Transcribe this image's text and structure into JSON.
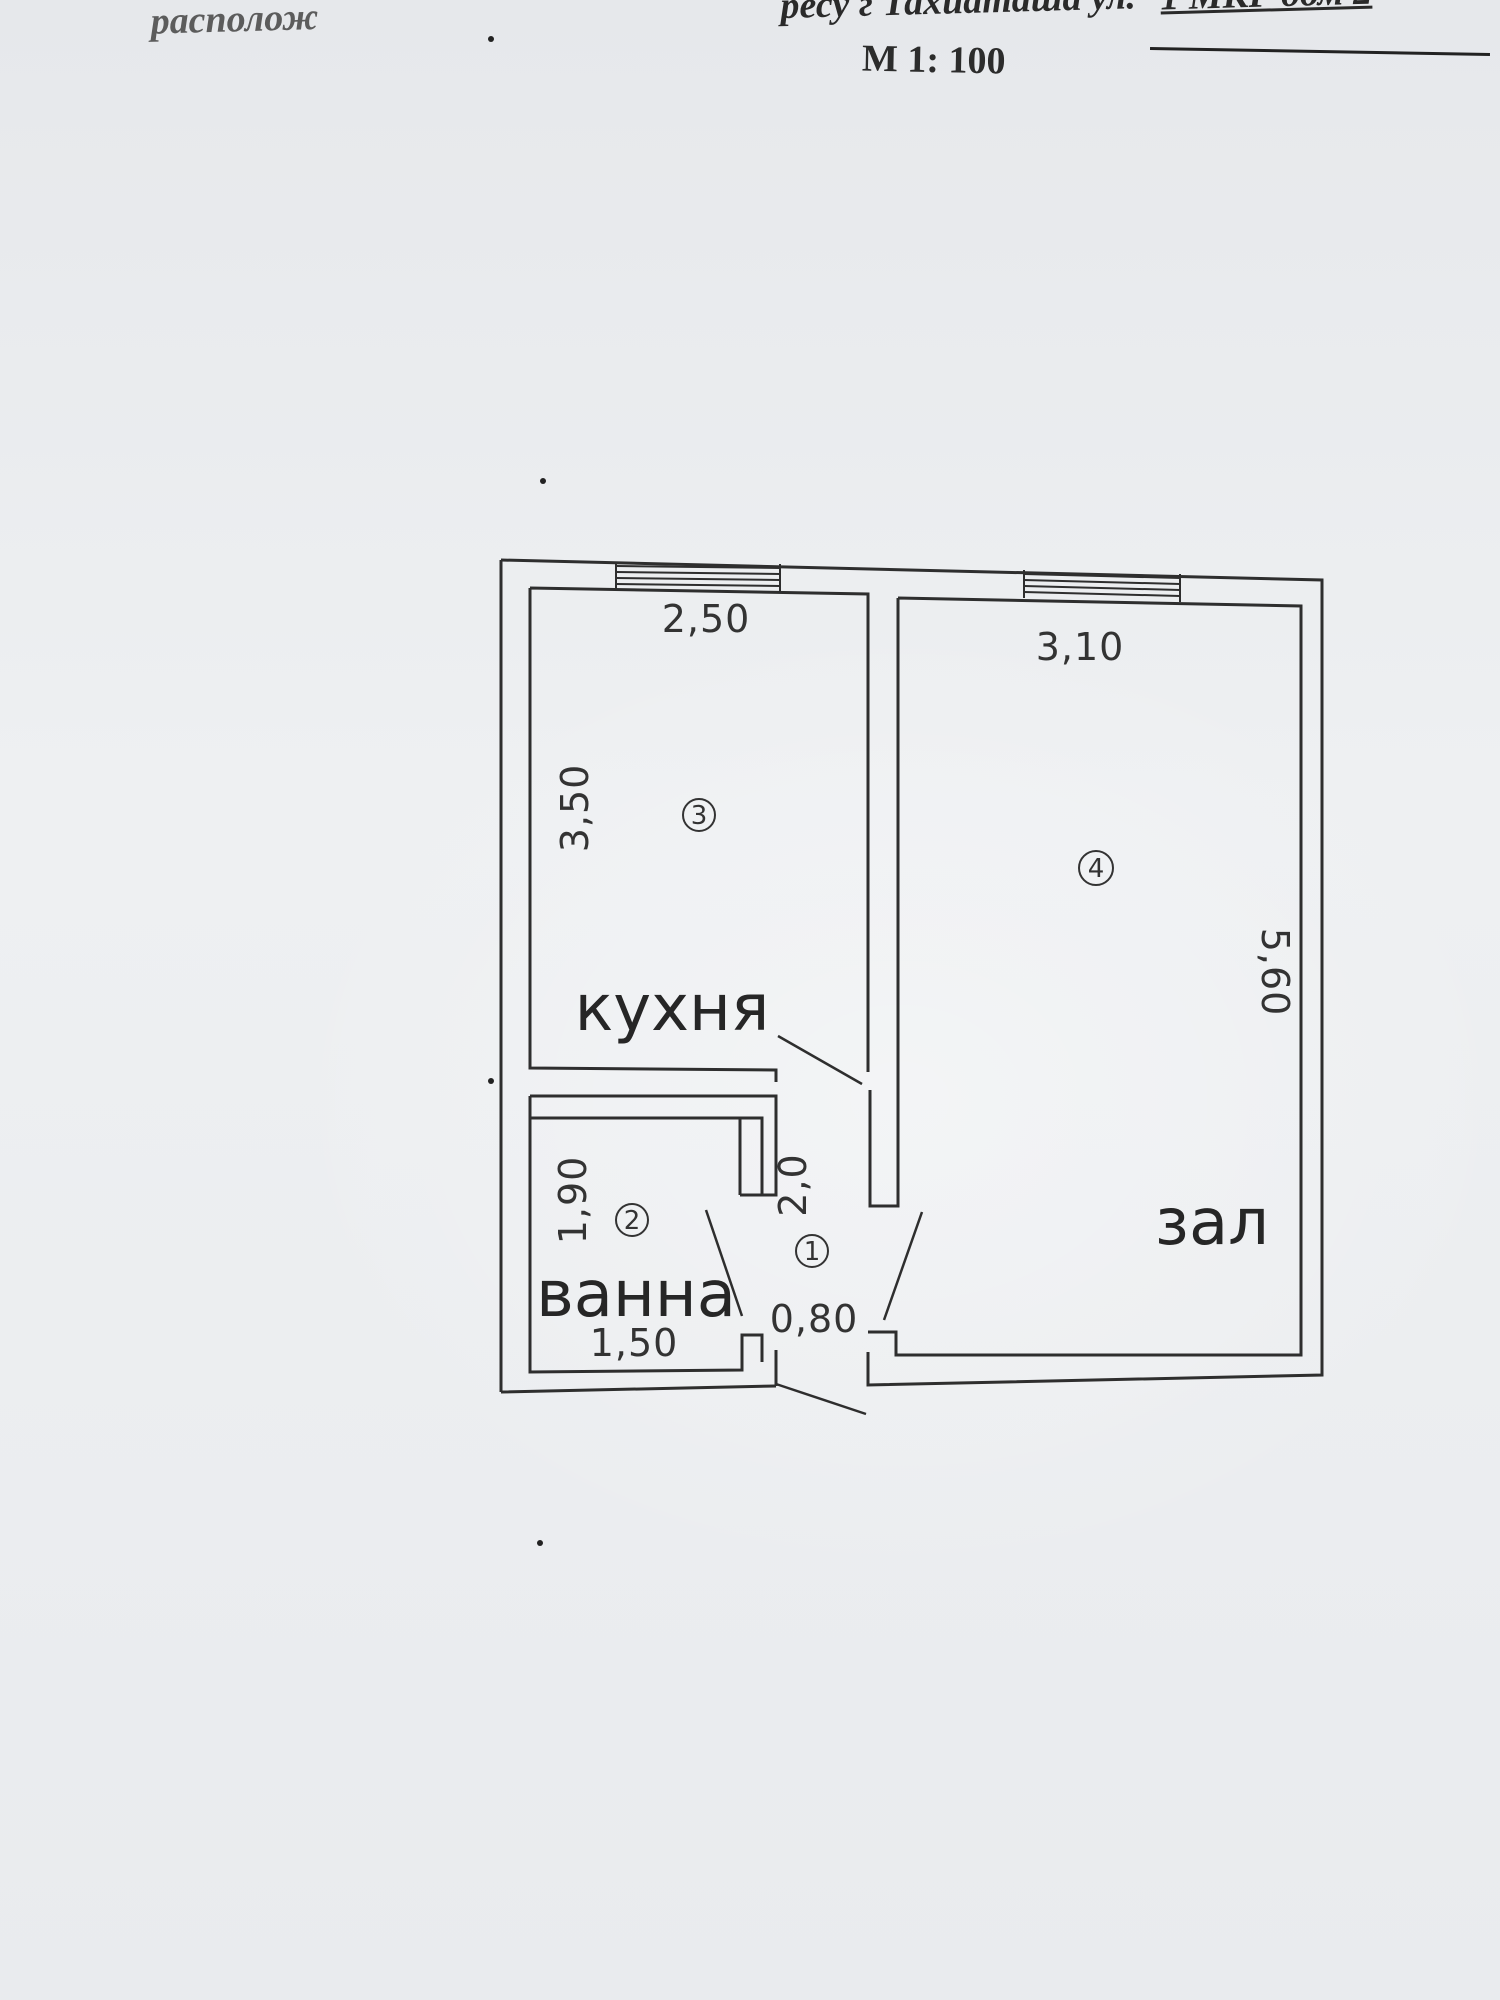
{
  "header": {
    "address_prefix": "располож",
    "address_street": "ресу г Тахиаташа ул.",
    "address_house": "1 МКР дом 2",
    "scale": "М 1: 100"
  },
  "rooms": [
    {
      "number": "1",
      "label": "",
      "dimension": "2,0",
      "door_width": "0,80"
    },
    {
      "number": "2",
      "label": "ванна",
      "width": "1,50",
      "length": "1,90"
    },
    {
      "number": "3",
      "label": "кухня",
      "width": "2,50",
      "length": "3,50"
    },
    {
      "number": "4",
      "label": "зал",
      "width": "3,10",
      "length": "5,60"
    }
  ]
}
